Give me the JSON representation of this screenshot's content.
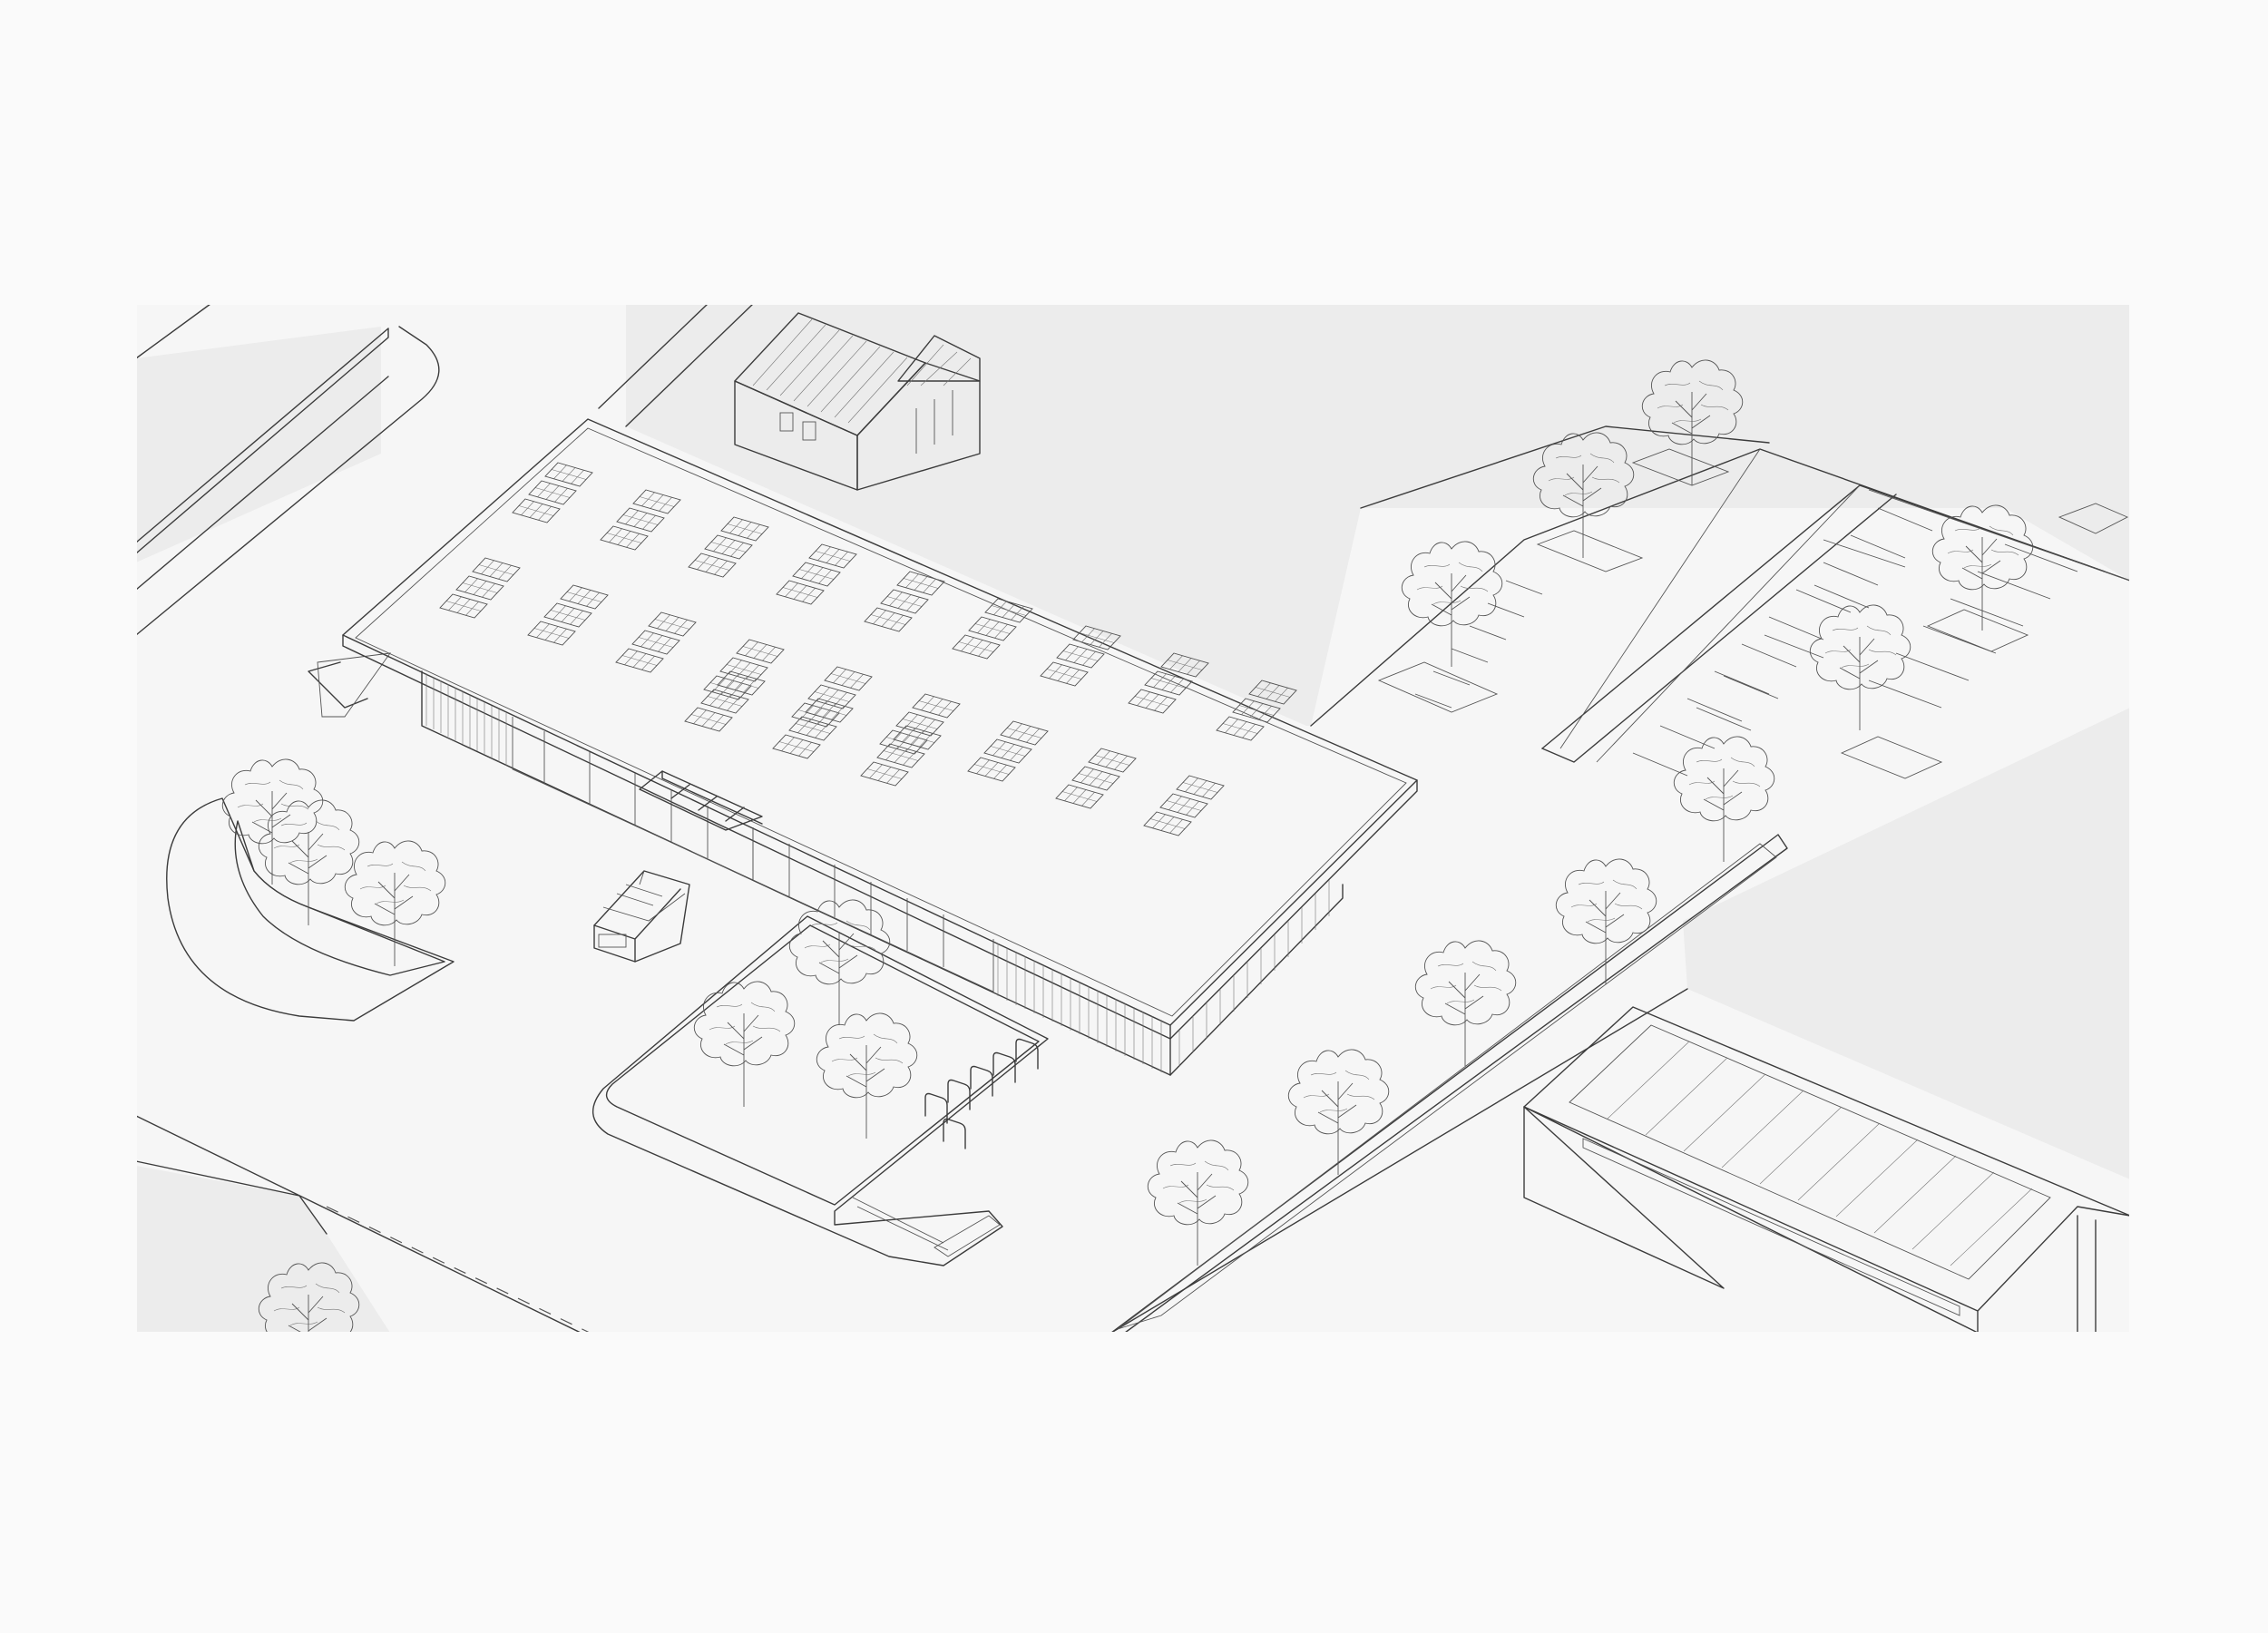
{
  "colors": {
    "page_background": "#fafafa",
    "ground_plane": "#f6f6f6",
    "grey_lots": "#ececec",
    "line": "#3c3c3c",
    "planter_fill": "#f1f1f1"
  },
  "scene": {
    "type": "isometric axonometric site drawing",
    "elements": [
      "main-building",
      "solar-panel-array",
      "glass-facade",
      "entrance-canopy",
      "fire-truck",
      "house",
      "parking-lot",
      "tree-avenue",
      "plaza-with-trees",
      "bicycle-racks",
      "neighbouring-building",
      "roads"
    ]
  }
}
